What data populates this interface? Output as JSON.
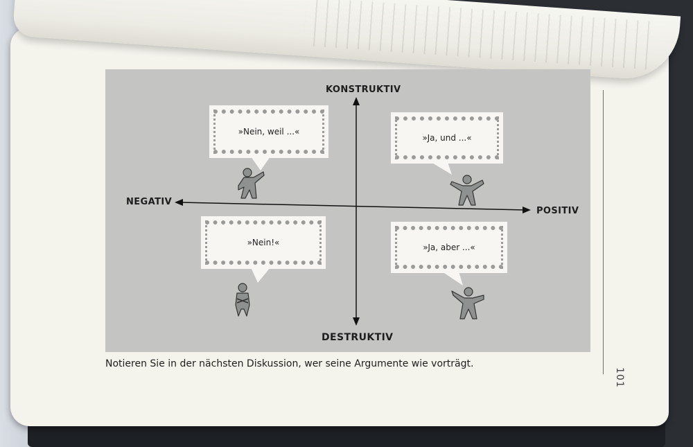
{
  "axes": {
    "top": "KONSTRUKTIV",
    "bottom": "DESTRUKTIV",
    "left": "NEGATIV",
    "right": "POSITIV"
  },
  "quadrants": [
    {
      "position": "top-left",
      "speech": "»Nein, weil ...«"
    },
    {
      "position": "top-right",
      "speech": "»Ja, und ...«"
    },
    {
      "position": "bottom-left",
      "speech": "»Nein!«"
    },
    {
      "position": "bottom-right",
      "speech": "»Ja, aber ...«"
    }
  ],
  "caption": "Notieren Sie in der nächsten Diskussion, wer seine Argumente wie vorträgt.",
  "page_number": "101",
  "colors": {
    "panel": "#c4c5c2",
    "bubble": "#f7f6f2",
    "figure_fill": "#8e918f"
  }
}
